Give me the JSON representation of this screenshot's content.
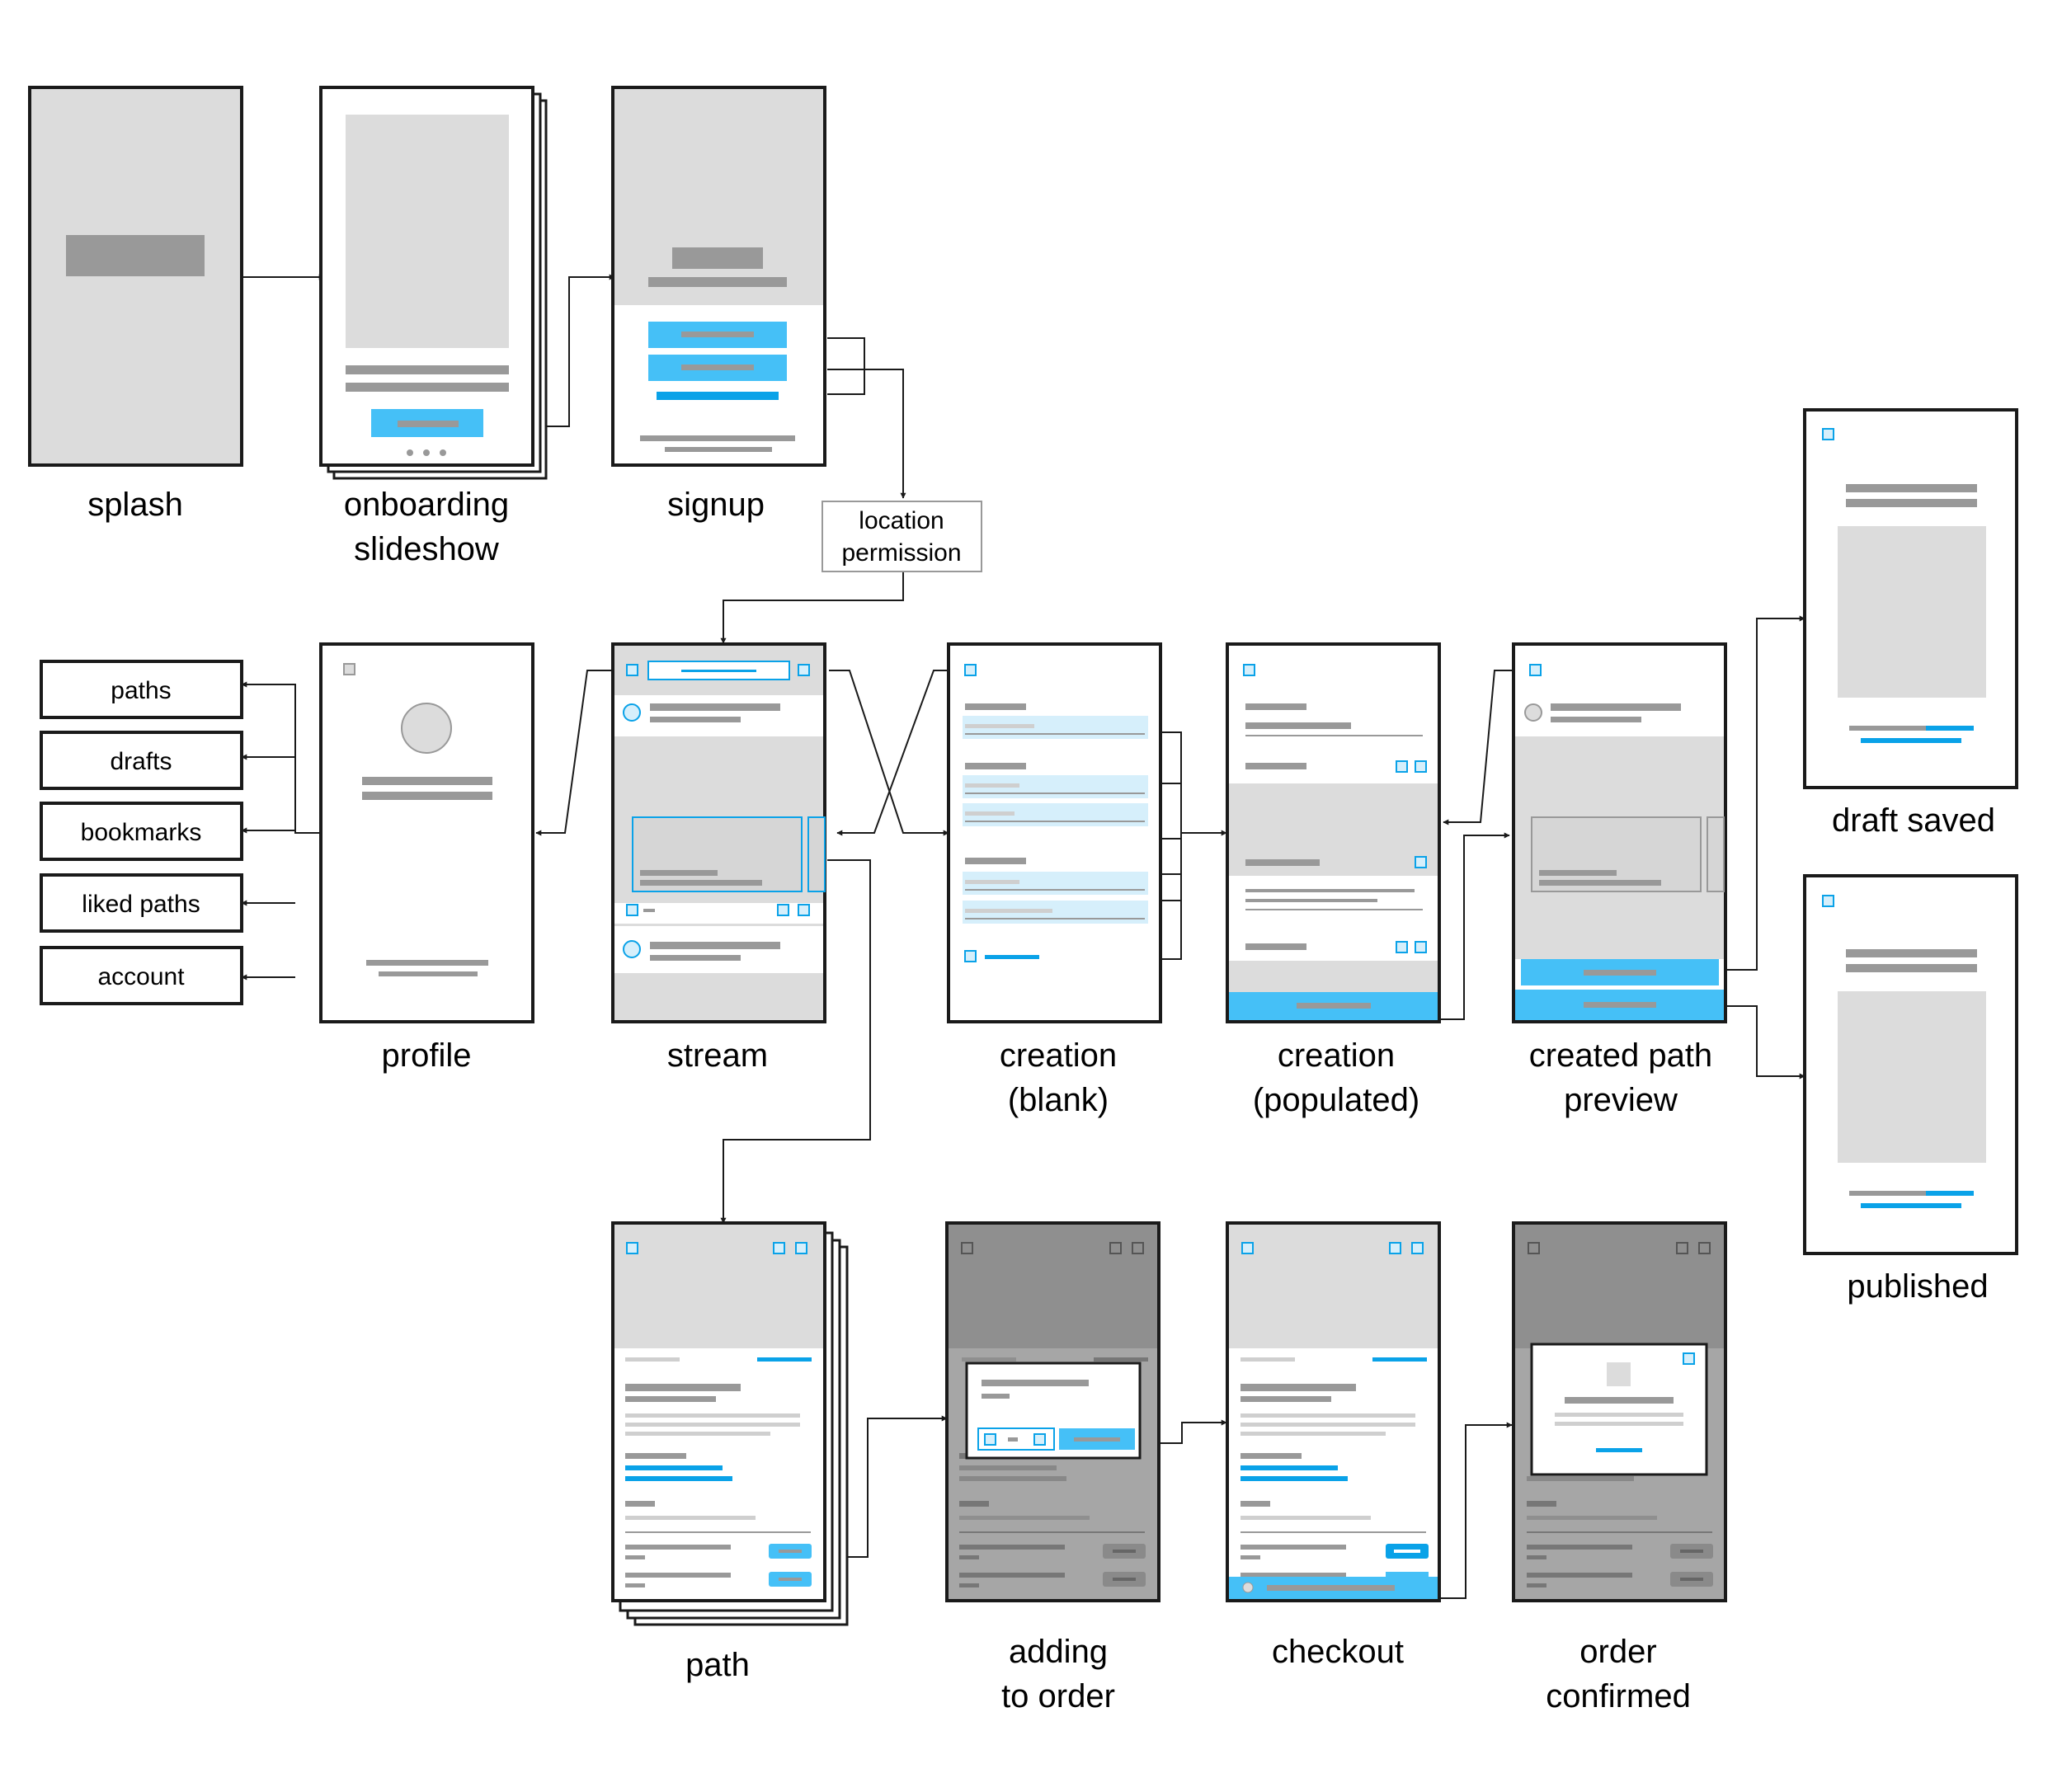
{
  "screens": {
    "splash": [
      "splash"
    ],
    "onboarding": [
      "onboarding",
      "slideshow"
    ],
    "signup": [
      "signup"
    ],
    "location_permission": [
      "location",
      "permission"
    ],
    "profile": [
      "profile"
    ],
    "stream": [
      "stream"
    ],
    "creation_blank": [
      "creation",
      "(blank)"
    ],
    "creation_populated": [
      "creation",
      "(populated)"
    ],
    "created_path_preview": [
      "created path",
      "preview"
    ],
    "draft_saved": [
      "draft saved"
    ],
    "published": [
      "published"
    ],
    "path": [
      "path"
    ],
    "adding_to_order": [
      "adding",
      "to order"
    ],
    "checkout": [
      "checkout"
    ],
    "order_confirmed": [
      "order",
      "confirmed"
    ]
  },
  "profile_menu": [
    "paths",
    "drafts",
    "bookmarks",
    "liked paths",
    "account"
  ],
  "colors": {
    "outline": "#1a1a1a",
    "placeholder_light": "#dcdcdc",
    "placeholder_dark": "#9a9a9a",
    "accent": "#45c0f7",
    "accent_dark": "#0aa2e8",
    "accent_tint": "#d6effb",
    "overlay": "#a6a6a6"
  }
}
